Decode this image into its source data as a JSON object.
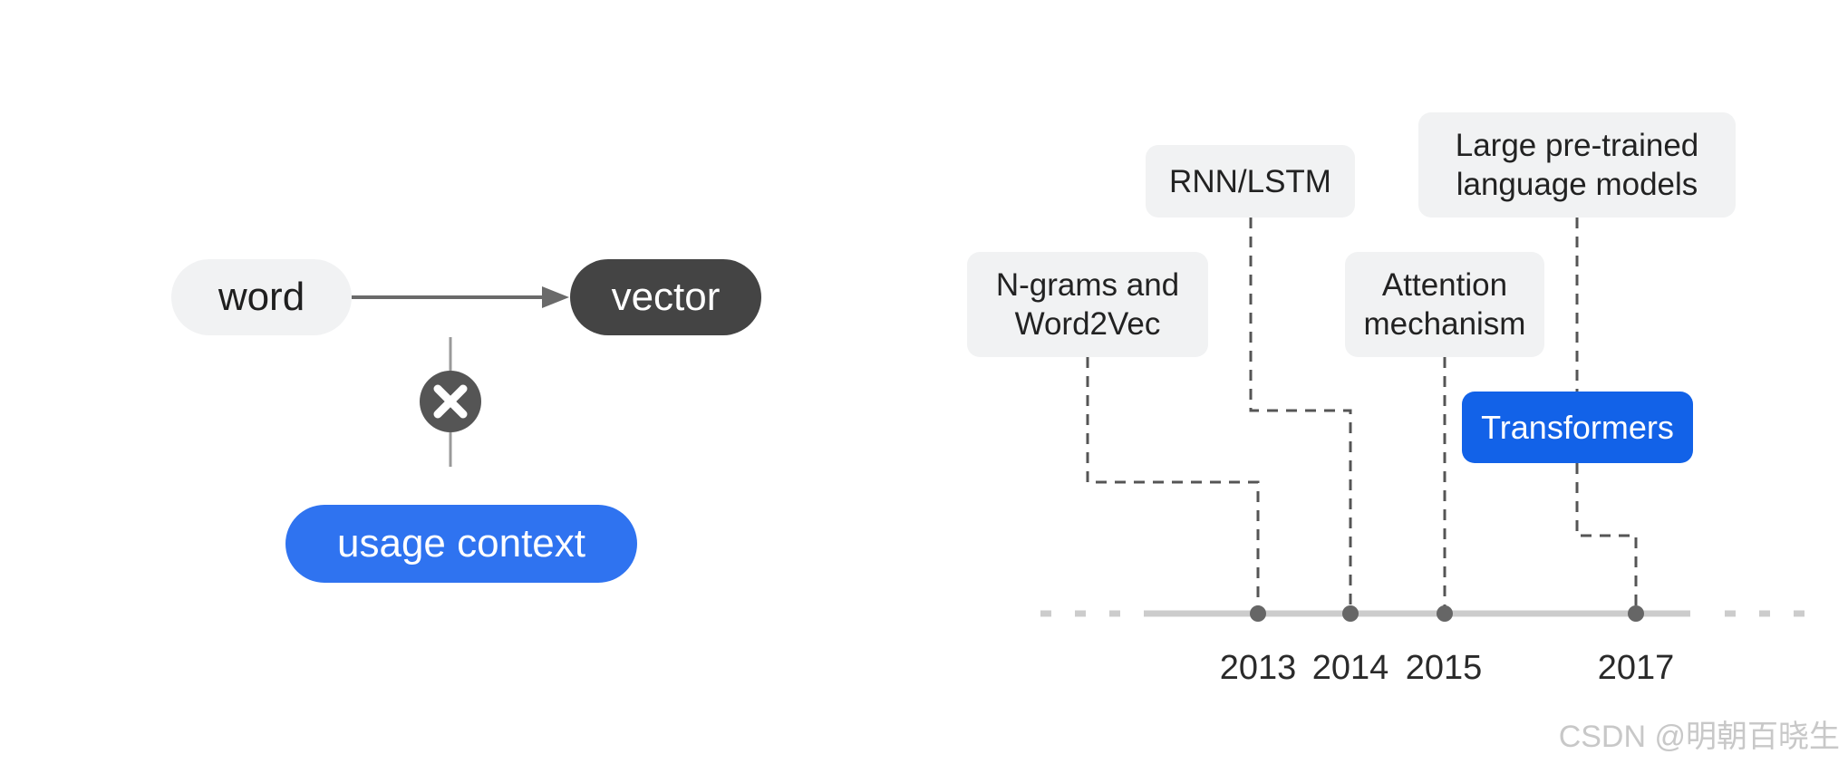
{
  "left_diagram": {
    "word": "word",
    "vector": "vector",
    "usage_context": "usage context",
    "blocked_icon": "close-circle-icon"
  },
  "timeline": {
    "events": [
      {
        "label": "N-grams and\nWord2Vec",
        "year": "2013"
      },
      {
        "label": "RNN/LSTM",
        "year": "2014"
      },
      {
        "label": "Attention\nmechanism",
        "year": "2015"
      },
      {
        "label": "Large pre-trained\nlanguage models",
        "year": "2017"
      },
      {
        "label": "Transformers",
        "year": "2017"
      }
    ],
    "years": [
      "2013",
      "2014",
      "2015",
      "2017"
    ]
  },
  "watermark": "CSDN @明朝百晓生",
  "colors": {
    "accent_blue": "#2f73f0",
    "transformers_blue": "#1262e8",
    "dark": "#444444",
    "light_box": "#f1f2f3",
    "line_gray": "#555555",
    "axis_gray": "#cccccc"
  }
}
